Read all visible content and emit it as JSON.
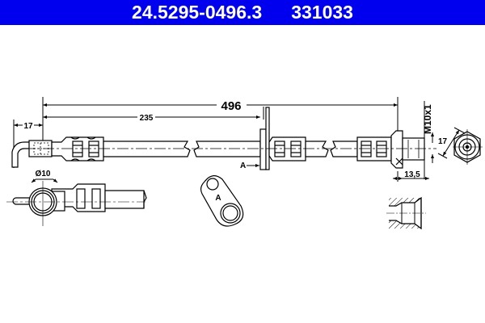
{
  "header": {
    "part_number": "24.5295-0496.3",
    "reference_number": "331033",
    "background_color": "#0000ee",
    "text_color": "#ffffff"
  },
  "drawing": {
    "title": "Brake hose technical drawing",
    "dimensions": {
      "overall_length": "496",
      "partial_length": "235",
      "elbow_offset": "17",
      "bore_diameter": "Ø10",
      "thread": "M10x1",
      "hex_height": "17",
      "hex_across_flats": "17",
      "fitting_length": "13,5"
    },
    "labels": {
      "bracket_pointer": "A",
      "bracket_detail": "A"
    },
    "views": [
      "side-view-hose-assembly",
      "top-view-banjo-end",
      "bracket-detail-a",
      "hex-nut-end-view",
      "port-section-view"
    ]
  }
}
